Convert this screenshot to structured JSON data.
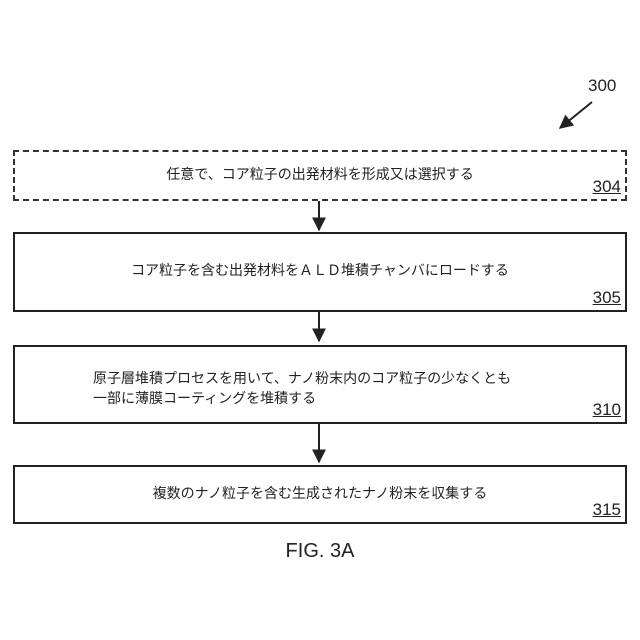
{
  "figure": {
    "reference_number": "300",
    "caption": "FIG. 3A"
  },
  "steps": [
    {
      "number": "304",
      "text": "任意で、コア粒子の出発材料を形成又は選択する",
      "optional": true
    },
    {
      "number": "305",
      "text": "コア粒子を含む出発材料をＡＬＤ堆積チャンバにロードする"
    },
    {
      "number": "310",
      "lines": [
        "原子層堆積プロセスを用いて、ナノ粉末内のコア粒子の少なくとも",
        "一部に薄膜コーティングを堆積する"
      ]
    },
    {
      "number": "315",
      "text": "複数のナノ粒子を含む生成されたナノ粉末を収集する"
    }
  ]
}
